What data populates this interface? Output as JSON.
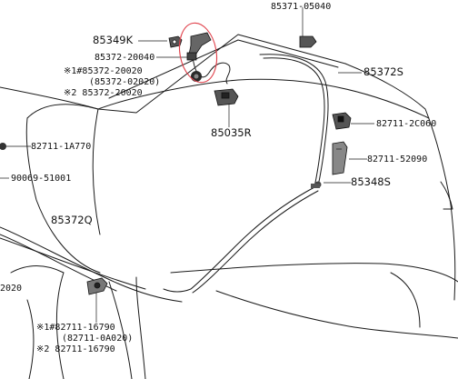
{
  "labels": {
    "p85371_05040": "85371-05040",
    "p85349k": "85349K",
    "p85372_20040": "85372-20040",
    "note1": "※1#85372-20020",
    "note1b": "(85372-02020)",
    "note2": "※2  85372-20020",
    "p85372s": "85372S",
    "p82711_2c060": "82711-2C060",
    "p82711_1a770": "82711-1A770",
    "p85035r": "85035R",
    "p82711_52090": "82711-52090",
    "p90069_51001": "90069-51001",
    "p85348s": "85348S",
    "p85372q": "85372Q",
    "p2020": "2020",
    "bottom1": "※1#82711-16790",
    "bottom1b": "(82711-0A020)",
    "bottom2": "※2  82711-16790"
  },
  "colors": {
    "line": "#1a1a1a",
    "highlight_circle": "#e0404a"
  },
  "icons": {
    "nozzle": "washer-nozzle-icon",
    "clip": "hose-clip-icon",
    "grommet": "grommet-icon"
  }
}
